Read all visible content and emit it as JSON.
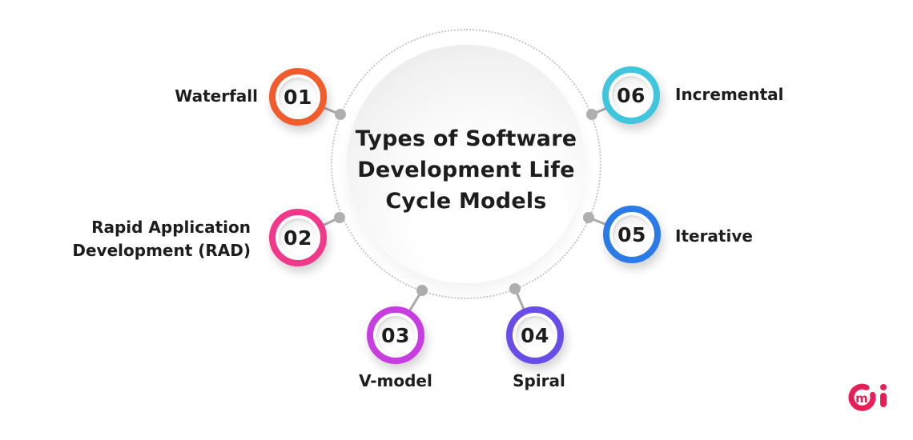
{
  "title": {
    "lines": [
      "Types of Software",
      "Development Life",
      "Cycle Models"
    ]
  },
  "nodes": [
    {
      "number": "01",
      "label": "Waterfall",
      "color": "#F25B2B"
    },
    {
      "number": "02",
      "label": "Rapid Application Development (RAD)",
      "label_lines": [
        "Rapid Application",
        "Development (RAD)"
      ],
      "color": "#F1388B"
    },
    {
      "number": "03",
      "label": "V-model",
      "color": "#C73DE0"
    },
    {
      "number": "04",
      "label": "Spiral",
      "color": "#6A4DE8"
    },
    {
      "number": "05",
      "label": "Iterative",
      "color": "#2A7BE8"
    },
    {
      "number": "06",
      "label": "Incremental",
      "color": "#3FC6DD"
    }
  ],
  "palette": {
    "connector_line": "#A9A9A9",
    "connector_dot": "#AFAFAF",
    "dotted_circle": "#C6C6C6",
    "text": "#1D1D1D",
    "background": "#FFFFFF"
  },
  "logo": {
    "text": "mi",
    "color": "#E81F56"
  }
}
